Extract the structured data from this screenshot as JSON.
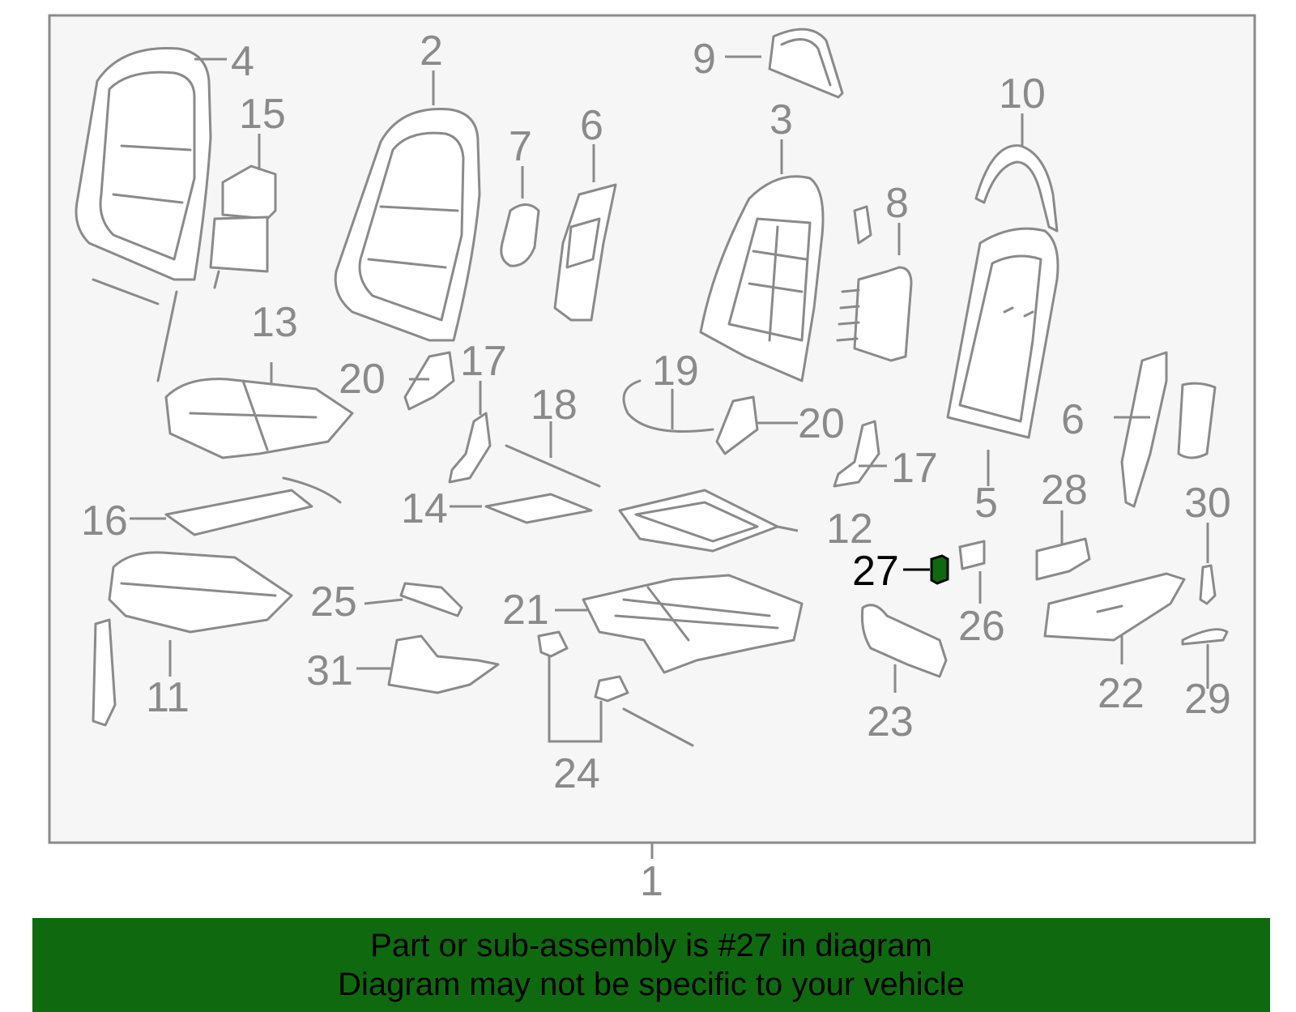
{
  "colors": {
    "part_stroke": "#8a8a8a",
    "highlight_fill": "#0f6a0f",
    "banner_bg": "#0f6a0f",
    "frame_bg": "#f6f6f6"
  },
  "callouts": {
    "c1": "1",
    "c2": "2",
    "c3": "3",
    "c4": "4",
    "c5": "5",
    "c6a": "6",
    "c6b": "6",
    "c7": "7",
    "c8": "8",
    "c9": "9",
    "c10": "10",
    "c11": "11",
    "c12": "12",
    "c13": "13",
    "c14": "14",
    "c15": "15",
    "c16": "16",
    "c17a": "17",
    "c17b": "17",
    "c18": "18",
    "c19": "19",
    "c20a": "20",
    "c20b": "20",
    "c21": "21",
    "c22": "22",
    "c23": "23",
    "c24": "24",
    "c25": "25",
    "c26": "26",
    "c27": "27",
    "c28": "28",
    "c29": "29",
    "c30": "30",
    "c31": "31"
  },
  "highlight": {
    "part_number": "27"
  },
  "banner": {
    "line1": "Part or sub-assembly is #27 in diagram",
    "line2": "Diagram may not be specific to your vehicle"
  }
}
